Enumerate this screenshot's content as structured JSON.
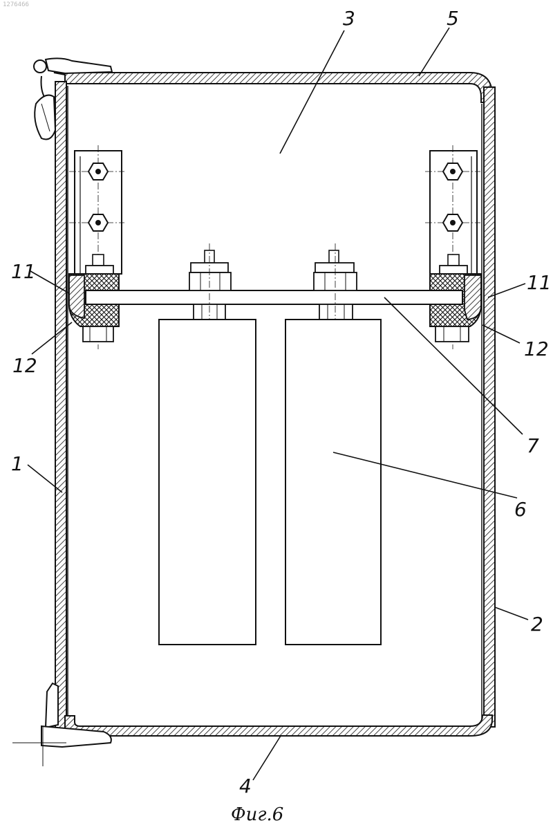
{
  "figure": {
    "document_number": "1276466",
    "caption": "Фиг.6"
  },
  "callouts": [
    {
      "id": "c1",
      "text": "1"
    },
    {
      "id": "c2",
      "text": "2"
    },
    {
      "id": "c3",
      "text": "3"
    },
    {
      "id": "c4",
      "text": "4"
    },
    {
      "id": "c5",
      "text": "5"
    },
    {
      "id": "c6",
      "text": "6"
    },
    {
      "id": "c7",
      "text": "7"
    },
    {
      "id": "c11l",
      "text": "11"
    },
    {
      "id": "c11r",
      "text": "11"
    },
    {
      "id": "c12l",
      "text": "12"
    },
    {
      "id": "c12r",
      "text": "12"
    }
  ],
  "colors": {
    "ink": "#111111",
    "paper": "#ffffff",
    "stamp": "#b8b8b8"
  }
}
